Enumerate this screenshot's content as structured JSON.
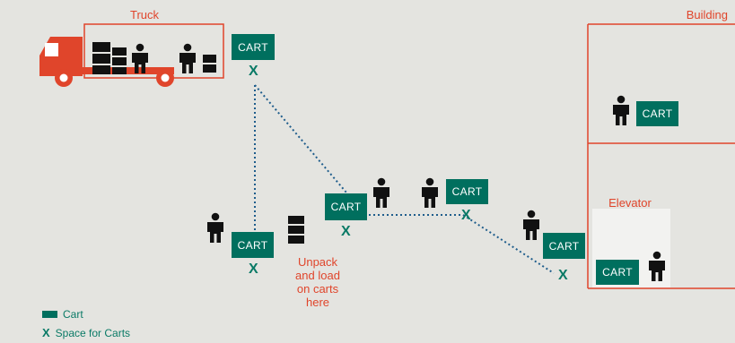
{
  "labels": {
    "truck": "Truck",
    "building": "Building",
    "elevator": "Elevator",
    "unpack": [
      "Unpack",
      "and load",
      "on carts",
      "here"
    ]
  },
  "cart_label": "CART",
  "x_mark": "X",
  "legend": {
    "cart": "Cart",
    "space": "Space for Carts"
  },
  "colors": {
    "accent": "#e0452b",
    "cart": "#006f5e",
    "mark": "#0a7a66",
    "background": "#e4e4e0",
    "elevator_fill": "#f2f2f0"
  }
}
